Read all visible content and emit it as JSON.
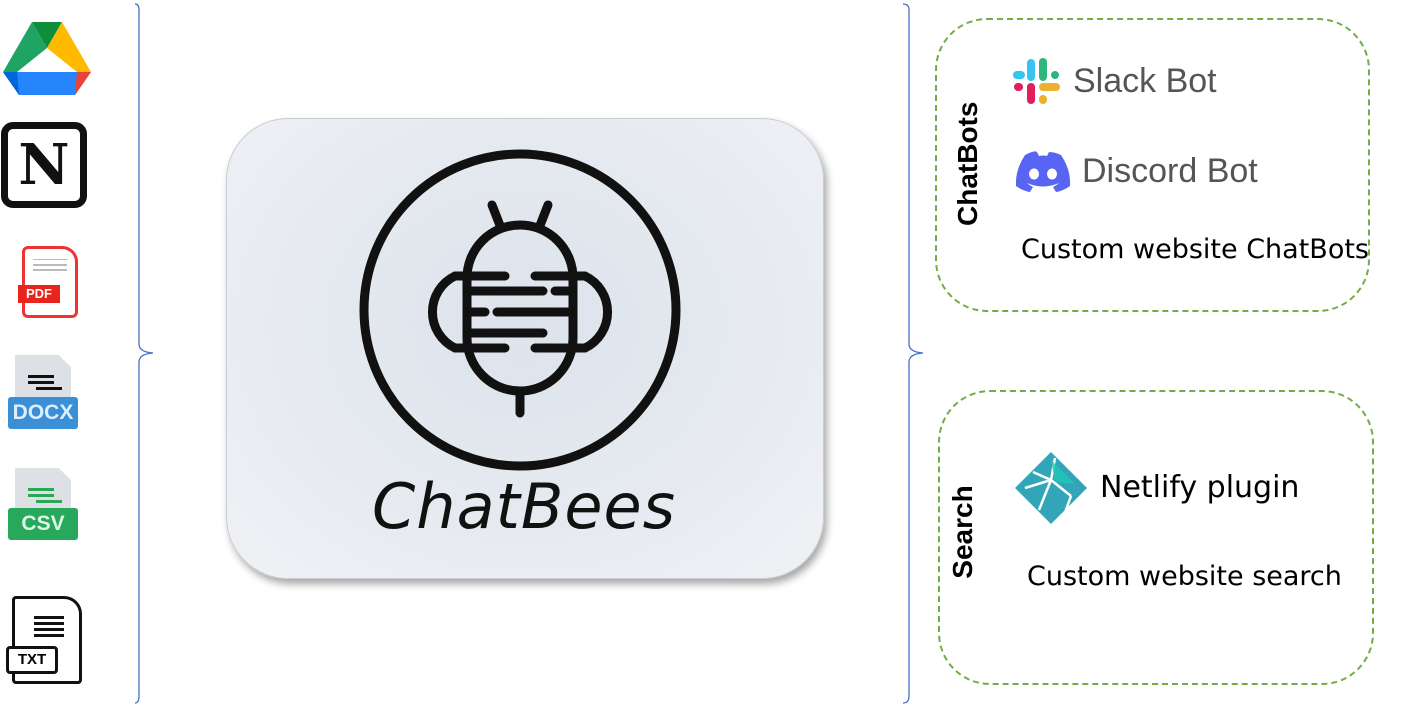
{
  "sources": [
    {
      "name": "google-drive-icon"
    },
    {
      "name": "notion-icon",
      "label": "N"
    },
    {
      "name": "pdf-icon",
      "label": "PDF"
    },
    {
      "name": "docx-icon",
      "label": "DOCX"
    },
    {
      "name": "csv-icon",
      "label": "CSV"
    },
    {
      "name": "txt-icon",
      "label": "TXT"
    }
  ],
  "center": {
    "brand": "ChatBees",
    "icon": "bee-icon"
  },
  "chatbots": {
    "title": "ChatBots",
    "items": [
      {
        "label": "Slack Bot",
        "icon": "slack-icon"
      },
      {
        "label": "Discord Bot",
        "icon": "discord-icon"
      }
    ],
    "custom": "Custom website ChatBots"
  },
  "search": {
    "title": "Search",
    "items": [
      {
        "label": "Netlify plugin",
        "icon": "netlify-icon"
      }
    ],
    "custom": "Custom website search"
  },
  "colors": {
    "border_dashed": "#70ad47",
    "brace": "#4472c4",
    "bot_text": "#555555"
  }
}
